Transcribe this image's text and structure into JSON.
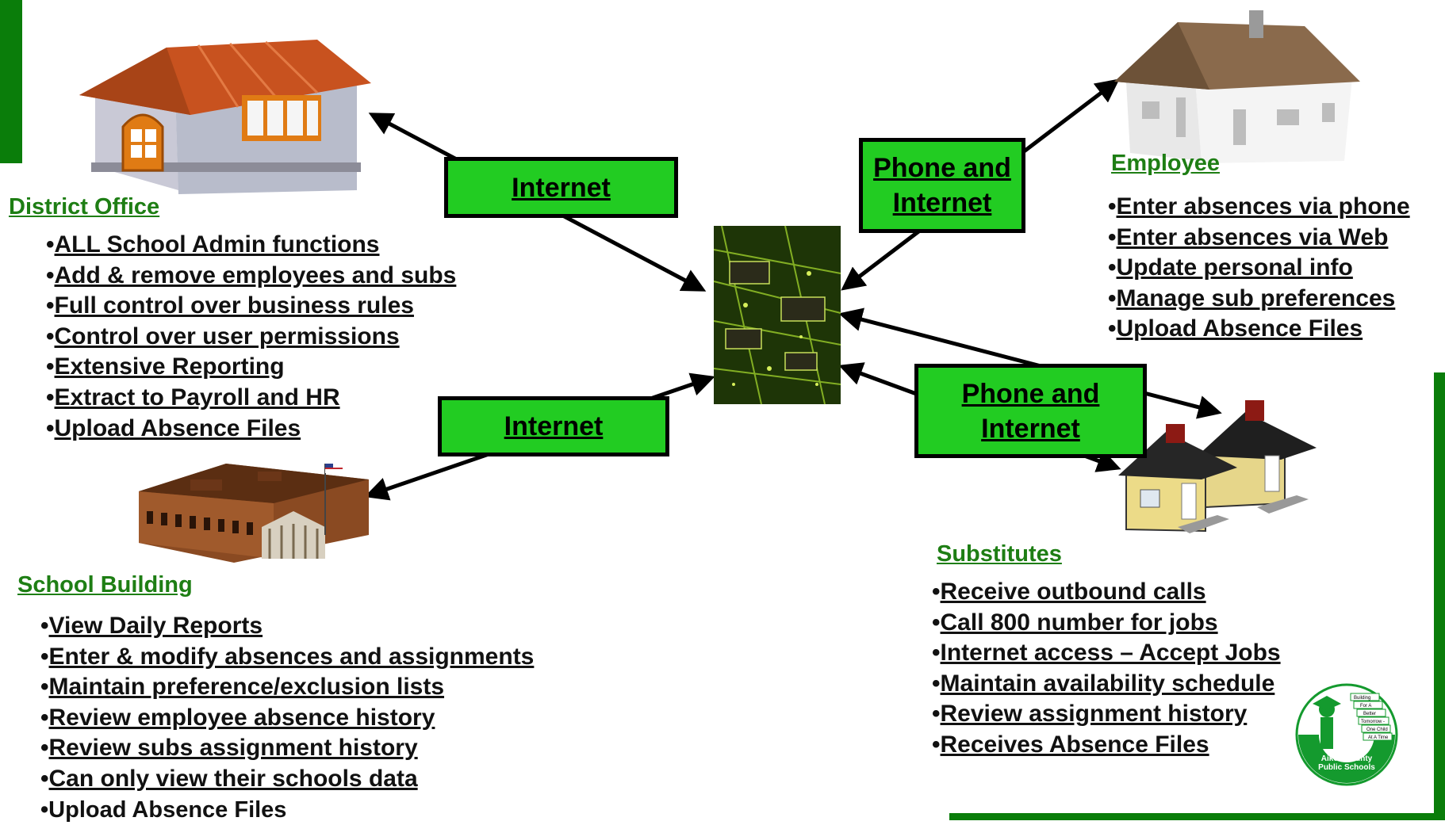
{
  "district": {
    "title": "District Office",
    "items": [
      "ALL School Admin functions",
      "Add & remove employees and subs",
      "Full control over business rules",
      "Control over user permissions",
      "Extensive Reporting",
      "Extract to Payroll and HR",
      "Upload Absence Files"
    ]
  },
  "school": {
    "title": "School Building",
    "items": [
      "View Daily Reports",
      "Enter & modify absences and assignments",
      "Maintain preference/exclusion lists",
      "Review employee absence history",
      "Review subs assignment history",
      "Can only view their schools data",
      "Upload Absence Files"
    ]
  },
  "employee": {
    "title": "Employee",
    "items": [
      "Enter absences via phone",
      "Enter absences via Web",
      "Update personal info",
      "Manage sub preferences",
      "Upload Absence Files"
    ]
  },
  "substitutes": {
    "title": "Substitutes",
    "items": [
      "Receive outbound calls",
      "Call 800 number for jobs",
      "Internet access – Accept Jobs",
      "Maintain availability schedule",
      "Review assignment history",
      "Receives Absence Files"
    ]
  },
  "connectors": {
    "district": "Internet",
    "school": "Internet",
    "employee": "Phone and Internet",
    "substitutes": "Phone and Internet"
  },
  "logo": {
    "name": "Aiken County Public Schools",
    "steps": [
      "Building",
      "For A",
      "Better",
      "Tomorrow -",
      "One Child",
      "At A Time"
    ]
  },
  "colors": {
    "connector_fill": "#22cc22",
    "title_green": "#1e7e14",
    "bar_green": "#0a7d0a"
  }
}
